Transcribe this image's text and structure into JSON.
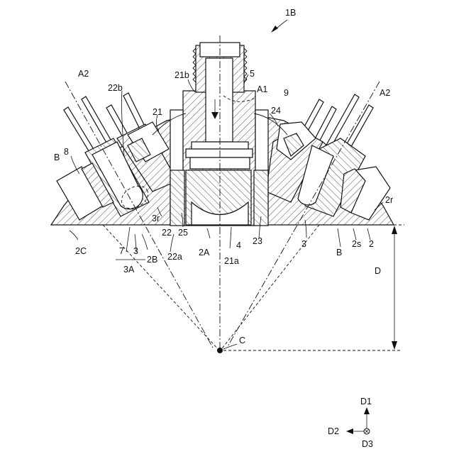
{
  "figure_label": "1B",
  "labels": {
    "A2_left": "A2",
    "A2_right": "A2",
    "A1": "A1",
    "l_22b": "22b",
    "l_21b": "21b",
    "l_5": "5",
    "l_9": "9",
    "l_21": "21",
    "l_24": "24",
    "l_B_left": "B",
    "l_8": "8",
    "l_2r": "2r",
    "l_3r": "3r",
    "l_22": "22",
    "l_25": "25",
    "l_23": "23",
    "l_2C": "2C",
    "l_7": "7",
    "l_3_left": "3",
    "l_2B": "2B",
    "l_22a": "22a",
    "l_2A": "2A",
    "l_4": "4",
    "l_21a": "21a",
    "l_3_right": "3",
    "l_B_right": "B",
    "l_2s": "2s",
    "l_2": "2",
    "l_3A": "3A",
    "l_D": "D",
    "l_C": "C",
    "axis_D1": "D1",
    "axis_D2": "D2",
    "axis_D3": "D3"
  }
}
